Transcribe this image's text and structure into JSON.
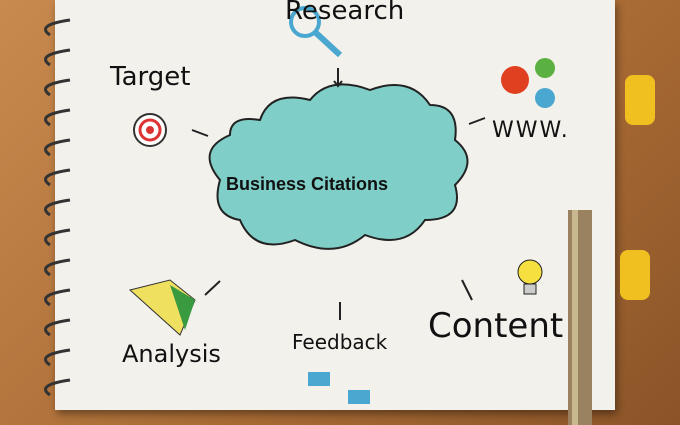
{
  "center_label": "Business Citations",
  "nodes": {
    "research": "Research",
    "target": "Target",
    "www": "WWW.",
    "analysis": "Analysis",
    "feedback": "Feedback",
    "content": "Content"
  },
  "colors": {
    "cloud": "#7fcfc8",
    "wood": "#b57840",
    "paper": "#f3f1ec"
  }
}
